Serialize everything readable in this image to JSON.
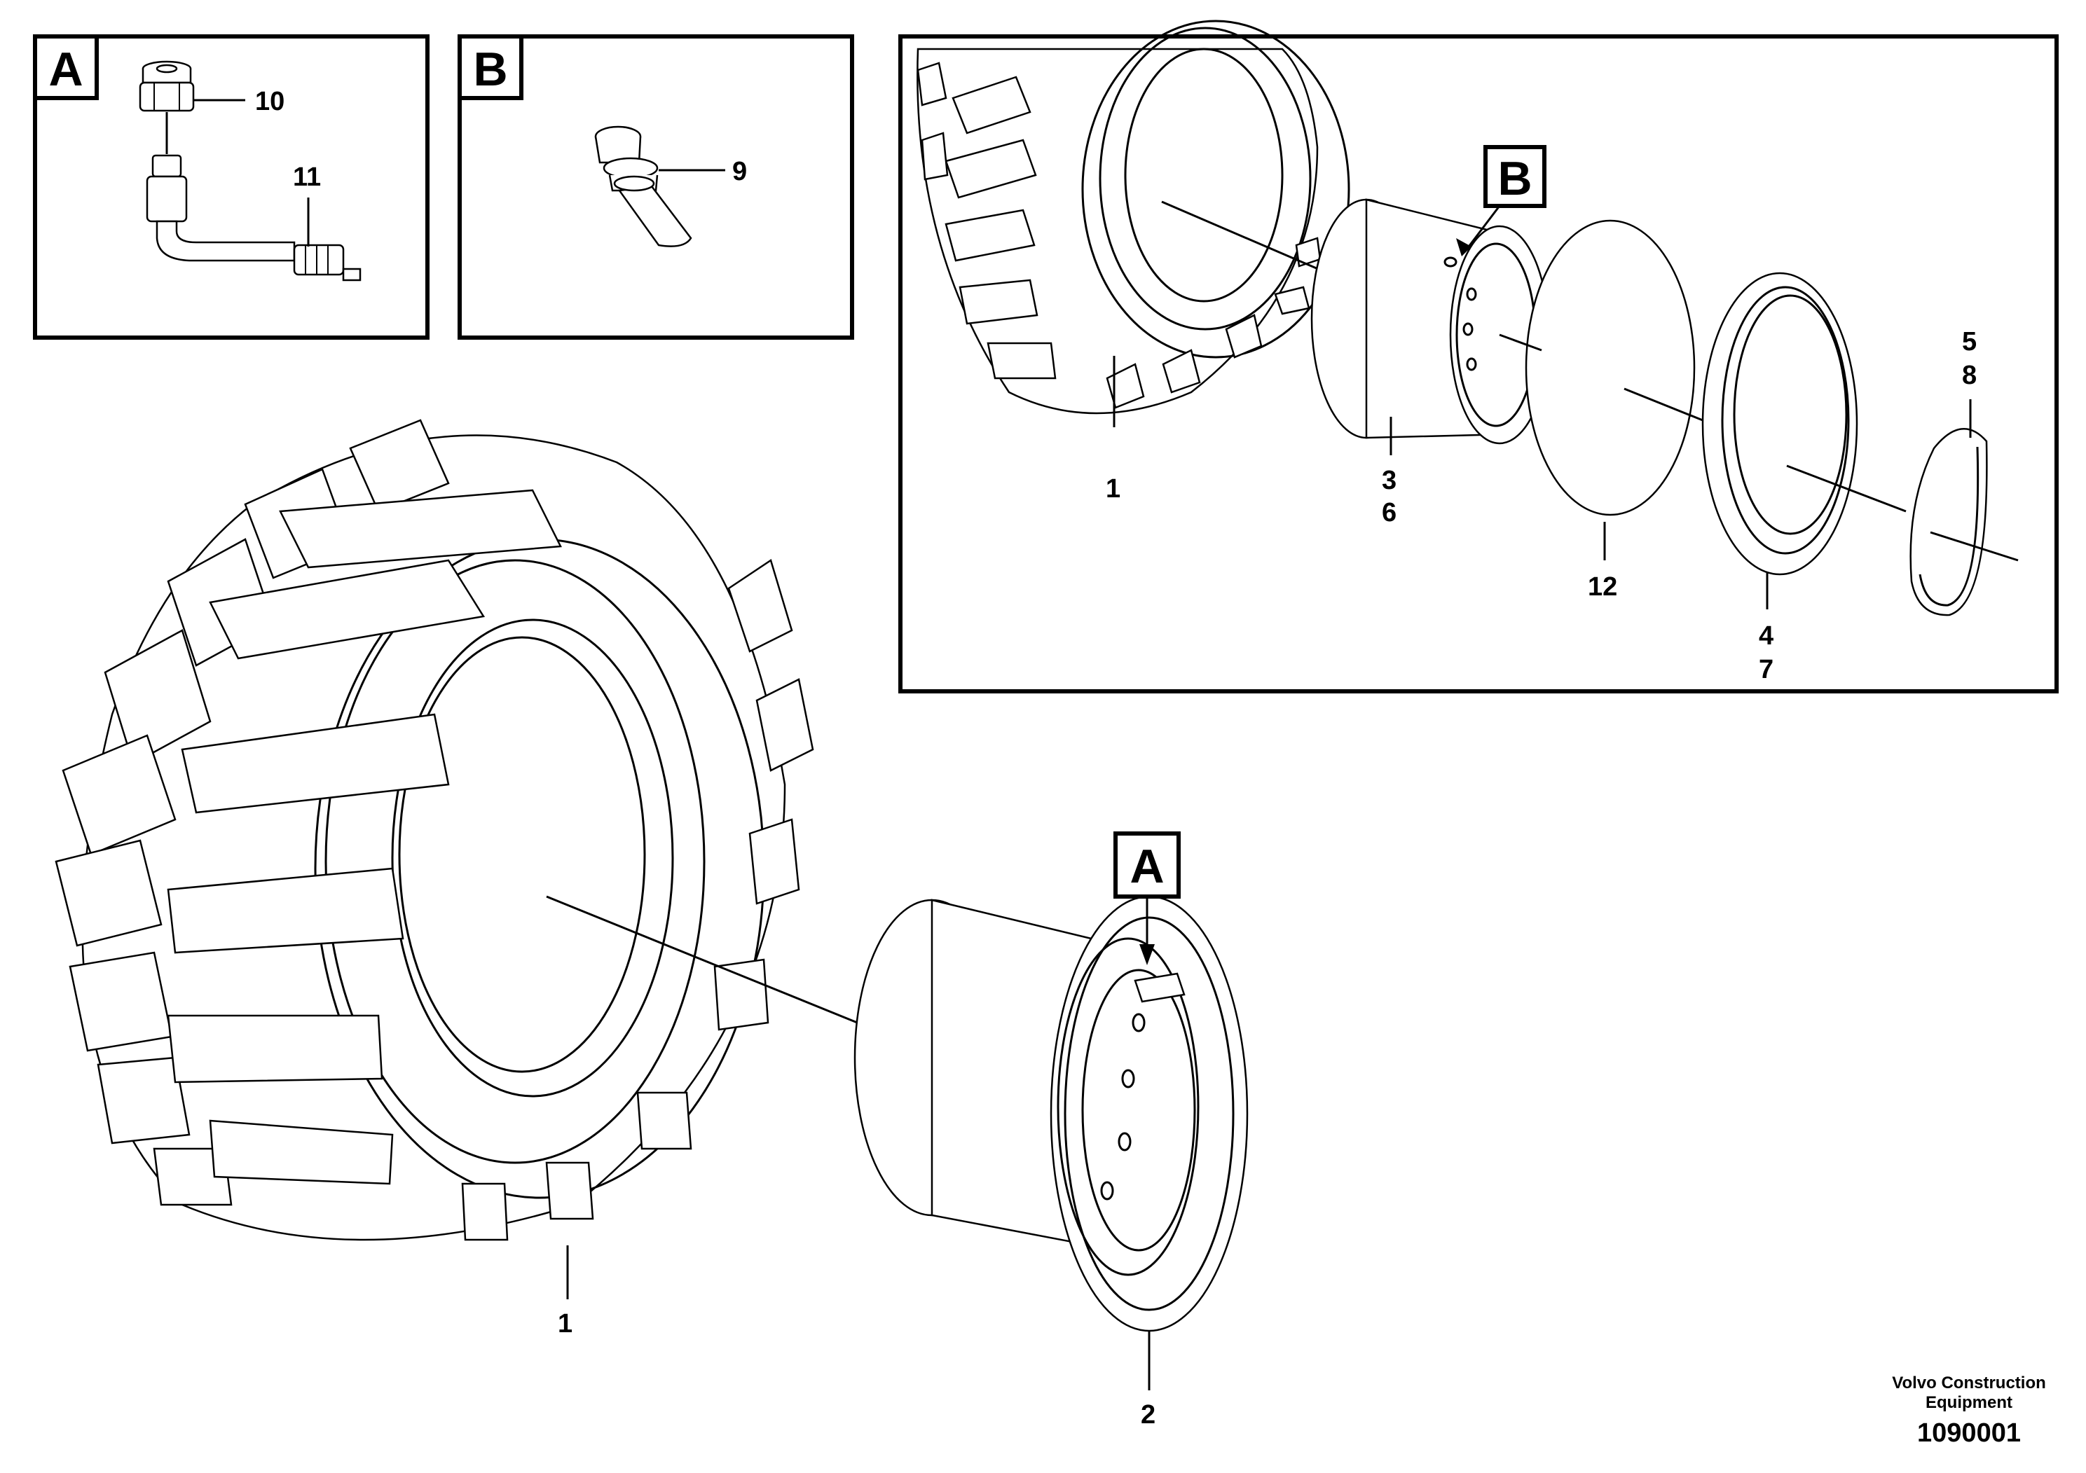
{
  "detail_a": {
    "tag": "A",
    "callouts": [
      "10",
      "11"
    ]
  },
  "detail_b": {
    "tag": "B",
    "callouts": [
      "9"
    ]
  },
  "exploded_view": {
    "tag": "B",
    "callouts": {
      "tire": "1",
      "rim": [
        "3",
        "6"
      ],
      "disc": "12",
      "flange": [
        "4",
        "7"
      ],
      "lock_ring": [
        "5",
        "8"
      ]
    }
  },
  "main_view": {
    "tag": "A",
    "callouts": {
      "tire": "1",
      "rim": "2"
    }
  },
  "footer": {
    "company_line1": "Volvo Construction",
    "company_line2": "Equipment",
    "drawing_number": "1090001"
  }
}
